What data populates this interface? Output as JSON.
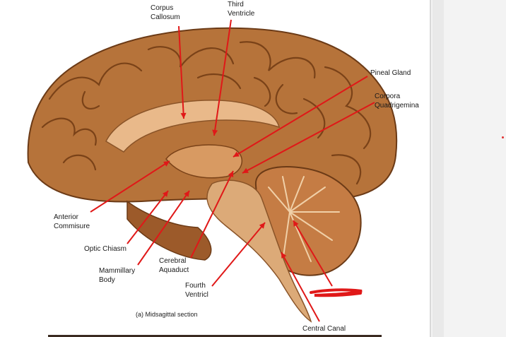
{
  "figure": {
    "caption": "(a) Midsagittal section",
    "arrow_color": "#e01818",
    "labels": [
      {
        "id": "corpus-callosum",
        "text": "Corpus\nCallosum"
      },
      {
        "id": "third-ventricle",
        "text": "Third\nVentricle"
      },
      {
        "id": "pineal-gland",
        "text": "Pineal Gland"
      },
      {
        "id": "corpora-quadrigemina",
        "text": "Corpora\nQuadrigemina"
      },
      {
        "id": "anterior-commisure",
        "text": "Anterior\nCommisure"
      },
      {
        "id": "optic-chiasm",
        "text": "Optic Chiasm"
      },
      {
        "id": "mammillary-body",
        "text": "Mammillary\nBody"
      },
      {
        "id": "cerebral-aquaduct",
        "text": "Cerebral\nAquaduct"
      },
      {
        "id": "fourth-ventricl",
        "text": "Fourth\nVentricl"
      },
      {
        "id": "central-canal",
        "text": "Central Canal"
      }
    ]
  }
}
